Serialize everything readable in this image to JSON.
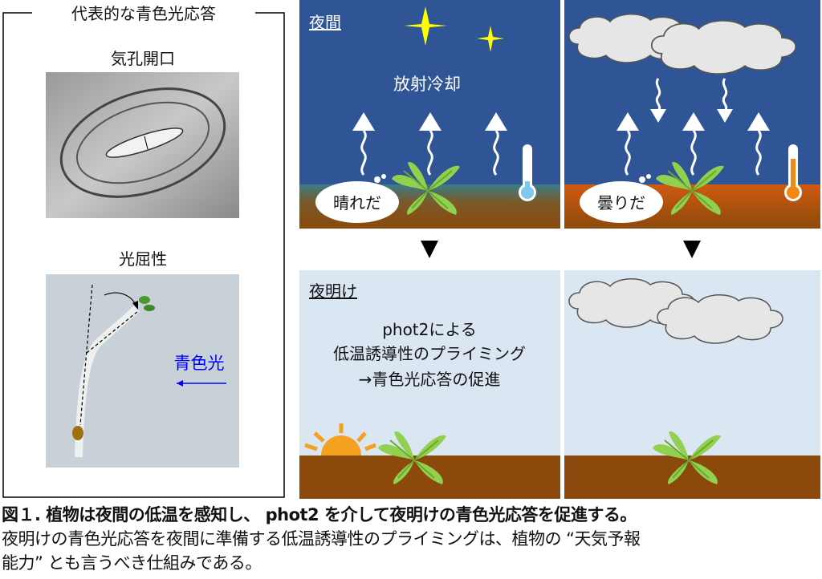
{
  "left_panel": {
    "title": "代表的な青色光応答",
    "stomata_label": "気孔開口",
    "phototropism_label": "光屈性",
    "blue_light_label": "青色光"
  },
  "night": {
    "label": "夜間",
    "radiative_cooling": "放射冷却",
    "clear_bubble": "晴れだ",
    "cloudy_bubble": "曇りだ"
  },
  "dawn": {
    "label": "夜明け",
    "line1": "phot2による",
    "line2": "低温誘導性のプライミング",
    "line3": "→青色光応答の促進"
  },
  "caption": {
    "title": "図１. 植物は夜間の低温を感知し、 phot2 を介して夜明けの青色光応答を促進する。",
    "body_line1": "夜明けの青色光応答を夜間に準備する低温誘導性のプライミングは、植物の “天気予報",
    "body_line2": "能力” とも言うべき仕組みである。"
  },
  "colors": {
    "night_sky": "#2f5597",
    "dawn_sky": "#dae6f2",
    "ground": "#8b4a0b",
    "warm_ground": "#c55a11",
    "star": "#ffff00",
    "plant": "#92d050",
    "blue_text": "#0000ff",
    "sun": "#f4a020"
  }
}
